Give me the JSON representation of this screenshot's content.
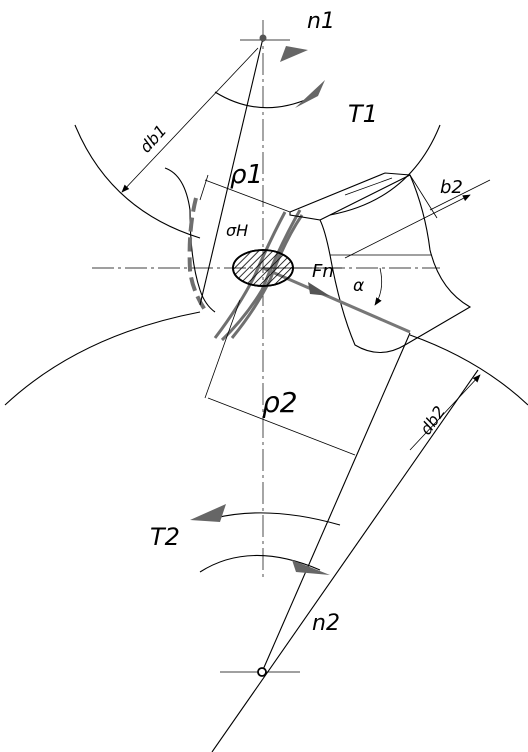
{
  "labels": {
    "n1": "n1",
    "T1": "T1",
    "db1": "db1",
    "rho1": "ρ1",
    "sigmaH": "σH",
    "b2": "b2",
    "Fn": "Fn",
    "alpha": "α",
    "rho2": "ρ2",
    "db2": "db2",
    "T2": "T2",
    "n2": "n2"
  },
  "colors": {
    "line": "#000000",
    "arrow_fill": "#6f6f6f"
  }
}
